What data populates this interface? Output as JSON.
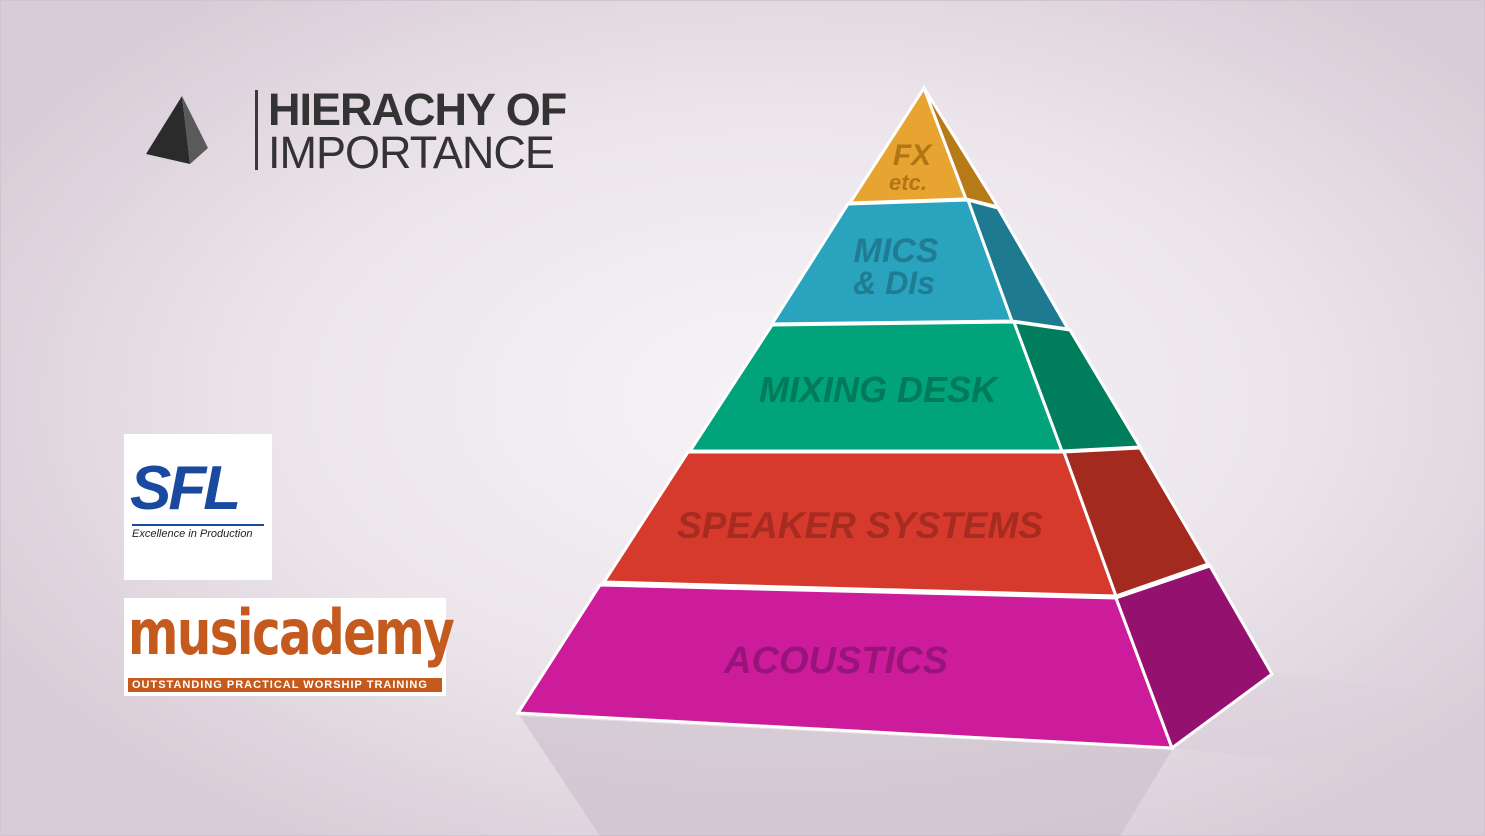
{
  "header": {
    "title_line1": "HIERACHY OF",
    "title_line2": "IMPORTANCE",
    "icon": "pyramid-icon"
  },
  "pyramid": {
    "levels": [
      {
        "label": "FX",
        "sublabel": "etc.",
        "color": "#e8a430",
        "side_color": "#b67a18"
      },
      {
        "label": "MICS",
        "sublabel": "& DIs",
        "color": "#2aa3be",
        "side_color": "#1d7a90"
      },
      {
        "label": "MIXING DESK",
        "color": "#00a37a",
        "side_color": "#007d5c"
      },
      {
        "label": "SPEAKER SYSTEMS",
        "color": "#d63a2c",
        "side_color": "#a42a20"
      },
      {
        "label": "ACOUSTICS",
        "color": "#cc1c9c",
        "side_color": "#951170"
      }
    ]
  },
  "logos": {
    "sfl": {
      "name": "SFL",
      "tagline": "Excellence in Production",
      "color": "#1a4aa0"
    },
    "musicademy": {
      "name": "musicademy",
      "tagline": "OUTSTANDING PRACTICAL WORSHIP TRAINING",
      "color": "#c45a1e"
    }
  }
}
